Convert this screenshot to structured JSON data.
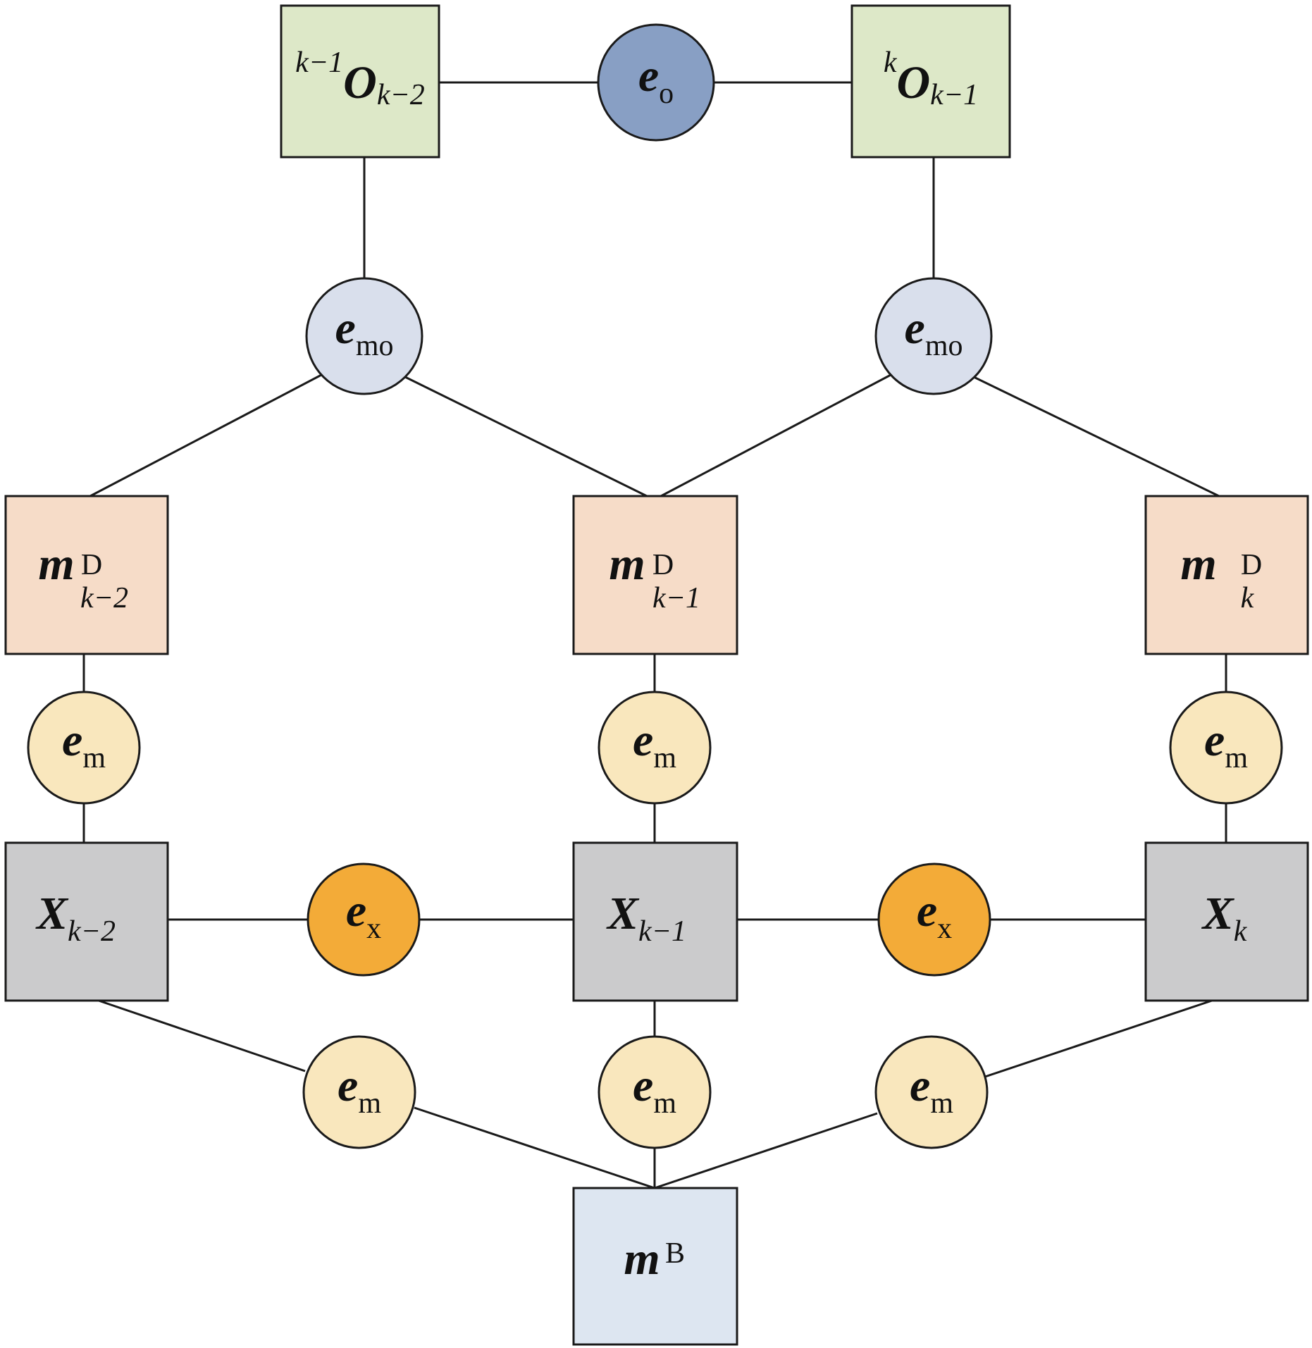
{
  "colors": {
    "pose": "#dde8c8",
    "landmark": "#f6dcc8",
    "state": "#cbcbcc",
    "bias": "#dde6f1",
    "err_o": "#889fc4",
    "err_mo": "#d9dfec",
    "err_m": "#f9e7bd",
    "err_x": "#f3ab38",
    "stroke": "#1a1a1a"
  },
  "nodes": {
    "O_prev": {
      "pre": "k−1",
      "main": "O",
      "sub": "k−2"
    },
    "O_cur": {
      "pre": "k",
      "main": "O",
      "sub": "k−1"
    },
    "e_o": {
      "main": "e",
      "sub": "o"
    },
    "e_mo_left": {
      "main": "e",
      "sub": "mo"
    },
    "e_mo_right": {
      "main": "e",
      "sub": "mo"
    },
    "mD_k2": {
      "main": "m",
      "sup": "D",
      "sub": "k−2"
    },
    "mD_k1": {
      "main": "m",
      "sup": "D",
      "sub": "k−1"
    },
    "mD_k": {
      "main": "m",
      "sup": "D",
      "sub": "k"
    },
    "e_m_1": {
      "main": "e",
      "sub": "m"
    },
    "e_m_2": {
      "main": "e",
      "sub": "m"
    },
    "e_m_3": {
      "main": "e",
      "sub": "m"
    },
    "X_k2": {
      "main": "X",
      "sub": "k−2"
    },
    "X_k1": {
      "main": "X",
      "sub": "k−1"
    },
    "X_k": {
      "main": "X",
      "sub": "k"
    },
    "e_x_left": {
      "main": "e",
      "sub": "x"
    },
    "e_x_right": {
      "main": "e",
      "sub": "x"
    },
    "e_m_4": {
      "main": "e",
      "sub": "m"
    },
    "e_m_5": {
      "main": "e",
      "sub": "m"
    },
    "e_m_6": {
      "main": "e",
      "sub": "m"
    },
    "mB": {
      "main": "m",
      "sup": "B"
    }
  }
}
